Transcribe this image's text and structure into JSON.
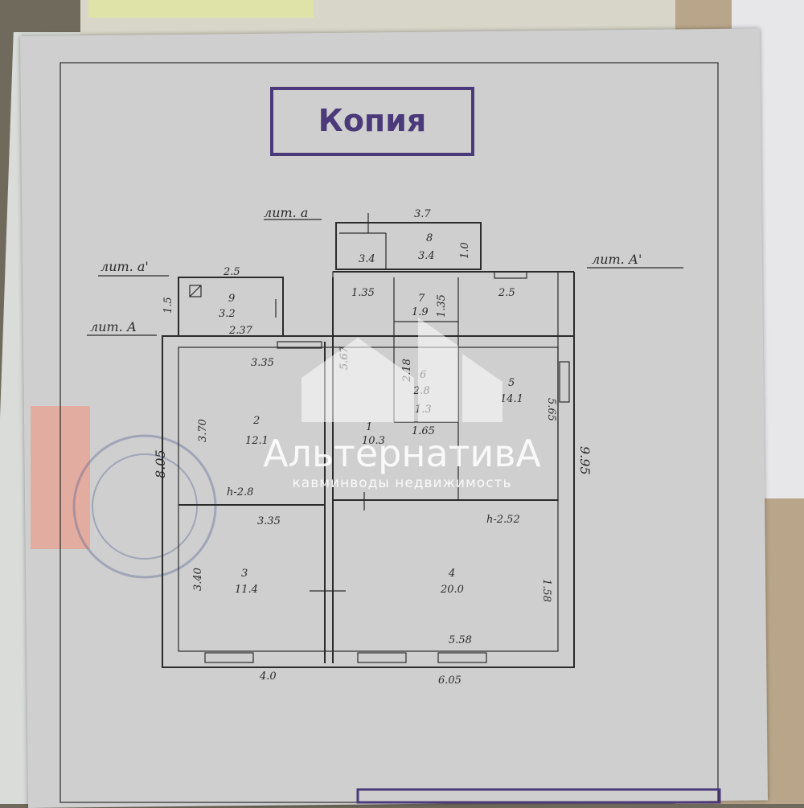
{
  "stamp": {
    "text": "Копия",
    "color": "#4a3a7a"
  },
  "watermark": {
    "title": "АльтернативА",
    "subtitle": "кавминводы недвижимость"
  },
  "labels": {
    "lit_a_small": "лит. а",
    "lit_a1_left": "лит. а'",
    "lit_A_left": "лит. А",
    "lit_A1_right": "лит. А'"
  },
  "rooms": [
    {
      "num": "1",
      "area": "10.3"
    },
    {
      "num": "2",
      "area": "12.1"
    },
    {
      "num": "3",
      "area": "11.4"
    },
    {
      "num": "4",
      "area": "20.0"
    },
    {
      "num": "5",
      "area": "14.1"
    },
    {
      "num": "6",
      "area": "2.8",
      "extra": "1.3"
    },
    {
      "num": "7",
      "area": "1.9"
    },
    {
      "num": "8",
      "area": "3.4"
    },
    {
      "num": "9",
      "area": "3.2"
    }
  ],
  "dims": {
    "d_3_7": "3.7",
    "d_3_4": "3.4",
    "d_1_0": "1.0",
    "d_2_5_left": "2.5",
    "d_1_5": "1.5",
    "d_2_37": "2.37",
    "d_1_35a": "1.35",
    "d_1_35b": "1.35",
    "d_2_5_right": "2.5",
    "d_3_35_top": "3.35",
    "d_3_70": "3.70",
    "d_h_2_8": "h-2.8",
    "d_3_35_mid": "3.35",
    "d_3_40": "3.40",
    "d_4_0": "4.0",
    "d_5_67": "5.67",
    "d_2_18": "2.18",
    "d_1_65": "1.65",
    "d_5_65": "5.65",
    "d_9_95": "9.95",
    "d_8_05": "8.05",
    "d_h_2_52": "h-2.52",
    "d_1_58": "1.58",
    "d_5_58": "5.58",
    "d_6_05": "6.05"
  },
  "colors": {
    "paper": "#cfcfcf",
    "ink": "#2b2b2b",
    "pink_tab": "#e4a79a"
  }
}
